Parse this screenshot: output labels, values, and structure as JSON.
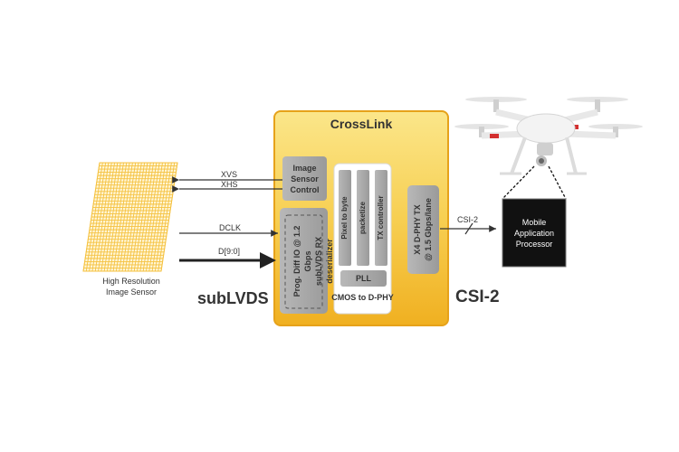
{
  "crosslink": {
    "title": "CrossLink"
  },
  "blocks": {
    "isc": "Image\nSensor\nControl",
    "rx_deserializer": "Prog. Diff IO @ 1.2 Gbps\nsubLVDS RX deserializer",
    "pixel_to_byte": "Pixel to byte",
    "packetize": "packetize",
    "tx_controller": "TX controller",
    "pll": "PLL",
    "cmos_label": "CMOS to D-PHY",
    "dphy_tx": "X4 D-PHY TX\n@ 1.5 Gbps/lane"
  },
  "signals": {
    "xvs": "XVS",
    "xhs": "XHS",
    "dclk": "DCLK",
    "data": "D[9:0]",
    "csi_line": "CSI-2"
  },
  "labels": {
    "sensor": "High Resolution\nImage Sensor",
    "sublvds": "subLVDS",
    "csi2": "CSI-2",
    "processor": "Mobile\nApplication\nProcessor"
  },
  "colors": {
    "crosslink_top": "#fbe27e",
    "crosslink_bottom": "#f2b424",
    "crosslink_border": "#e8a516",
    "block_gray": "#a6a6a6",
    "sensor_grid": "#f5c242",
    "processor_bg": "#111111"
  }
}
